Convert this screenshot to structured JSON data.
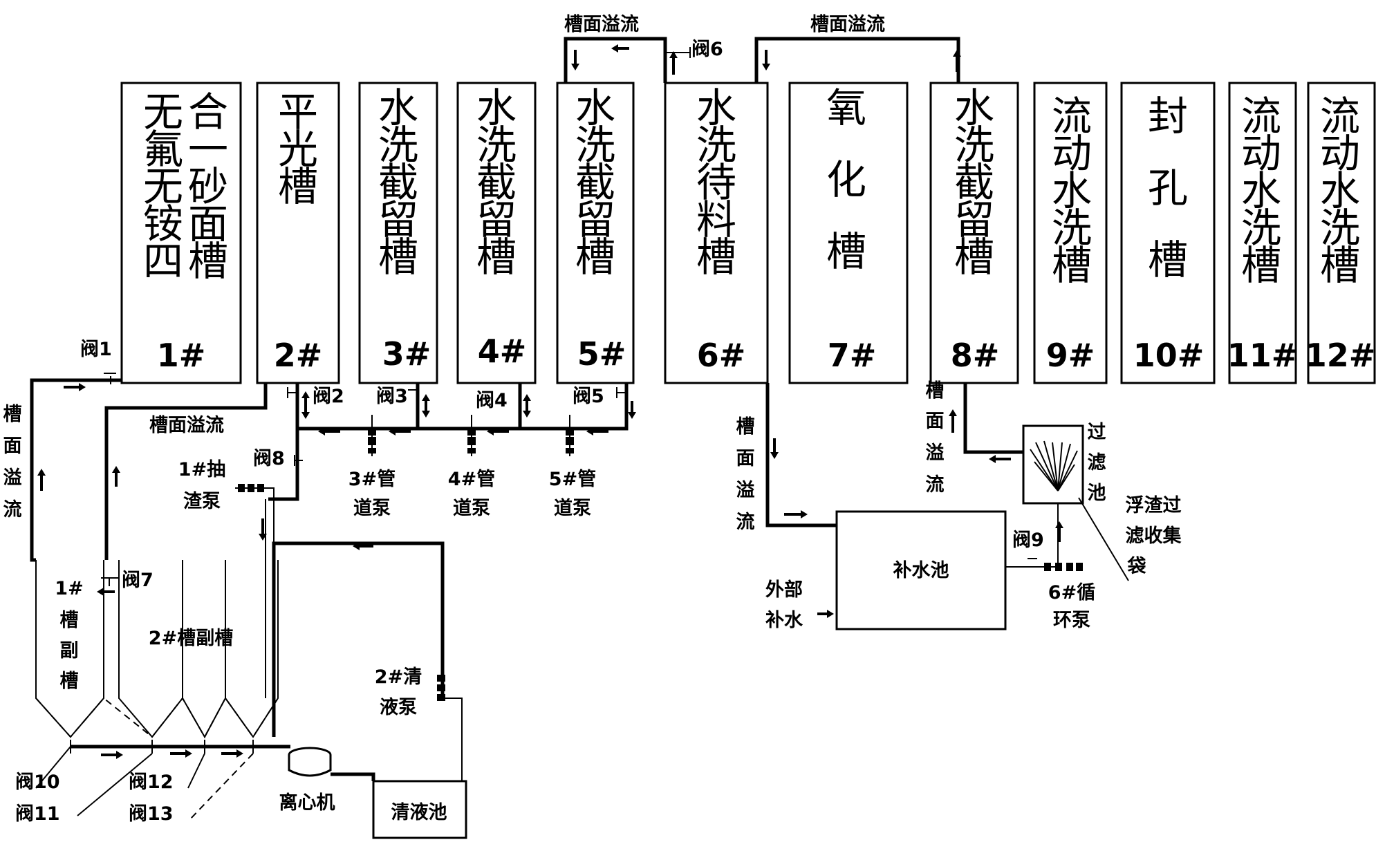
{
  "tanks": [
    {
      "id": "1",
      "columns": [
        "无氟无铵四",
        "合一砂面槽"
      ],
      "number": "1#"
    },
    {
      "id": "2",
      "columns": [
        "平光槽"
      ],
      "number": "2#"
    },
    {
      "id": "3",
      "columns": [
        "水洗截留槽"
      ],
      "number": "3#"
    },
    {
      "id": "4",
      "columns": [
        "水洗截留槽"
      ],
      "number": "4#"
    },
    {
      "id": "5",
      "columns": [
        "水洗截留槽"
      ],
      "number": "5#"
    },
    {
      "id": "6",
      "columns": [
        "水洗待料槽"
      ],
      "number": "6#"
    },
    {
      "id": "7",
      "columns": [
        "氧化槽"
      ],
      "number": "7#"
    },
    {
      "id": "8",
      "columns": [
        "水洗截留槽"
      ],
      "number": "8#"
    },
    {
      "id": "9",
      "columns": [
        "流动水洗槽"
      ],
      "number": "9#"
    },
    {
      "id": "10",
      "columns": [
        "封孔槽"
      ],
      "number": "10#"
    },
    {
      "id": "11",
      "columns": [
        "流动水洗槽"
      ],
      "number": "11#"
    },
    {
      "id": "12",
      "columns": [
        "流动水洗槽"
      ],
      "number": "12#"
    }
  ],
  "labels": {
    "overflow_top_56": "槽面溢流",
    "overflow_top_68": "槽面溢流",
    "overflow_sub2": "槽面溢流",
    "overflow_left": "槽面溢流",
    "overflow_6": "槽面溢流",
    "overflow_8": "槽面溢流",
    "valve1": "阀1",
    "valve2": "阀2",
    "valve3": "阀3",
    "valve4": "阀4",
    "valve5": "阀5",
    "valve6": "阀6",
    "valve7": "阀7",
    "valve8": "阀8",
    "valve9": "阀9",
    "valve10": "阀10",
    "valve11": "阀11",
    "valve12": "阀12",
    "valve13": "阀13",
    "pump_slag": [
      "1#抽",
      "渣泵"
    ],
    "pump3": [
      "3#管",
      "道泵"
    ],
    "pump4": [
      "4#管",
      "道泵"
    ],
    "pump5": [
      "5#管",
      "道泵"
    ],
    "pump_clear": [
      "2#清",
      "液泵"
    ],
    "pump_circ": [
      "6#循",
      "环泵"
    ],
    "sub_tank1": [
      "1#",
      "槽",
      "副",
      "槽"
    ],
    "sub_tank2": "2#槽副槽",
    "centrifuge": "离心机",
    "clear_pool": "清液池",
    "makeup_pool": "补水池",
    "external_water": [
      "外部",
      "补水"
    ],
    "filter_pool": [
      "过",
      "滤",
      "池"
    ],
    "scum_bag": [
      "浮渣过",
      "滤收集",
      "袋"
    ]
  }
}
